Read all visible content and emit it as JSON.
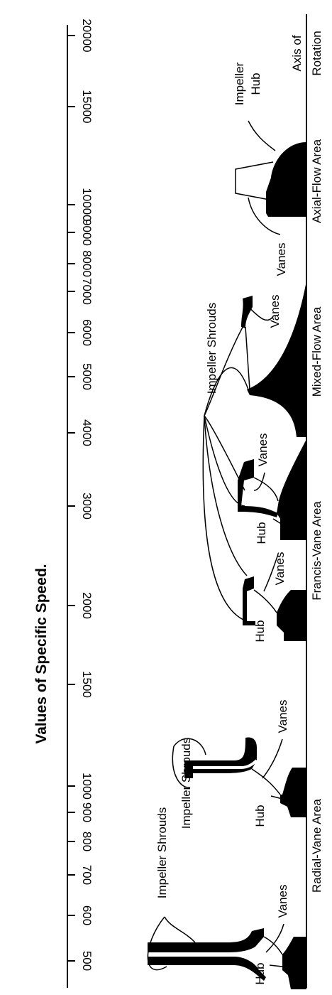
{
  "title": "Values of Specific Speed.",
  "scale": {
    "ticks": [
      "20000",
      "15000",
      "10000",
      "9000",
      "8000",
      "7000",
      "6000",
      "5000",
      "4000",
      "3000",
      "2000",
      "1500",
      "1000",
      "900",
      "800",
      "700",
      "600",
      "500"
    ]
  },
  "areas": {
    "axis_of_rotation": [
      "Axis of",
      "Rotation"
    ],
    "axial": "Axial-Flow Area",
    "mixed": "Mixed-Flow Area",
    "francis": "Francis-Vane Area",
    "radial": "Radial-Vane Area"
  },
  "labels": {
    "impeller_hub": [
      "Impeller",
      "Hub"
    ],
    "vanes": "Vanes",
    "hub": "Hub",
    "impeller_shrouds": "Impeller Shrouds"
  },
  "colors": {
    "ink": "#000000",
    "paper": "#ffffff"
  }
}
